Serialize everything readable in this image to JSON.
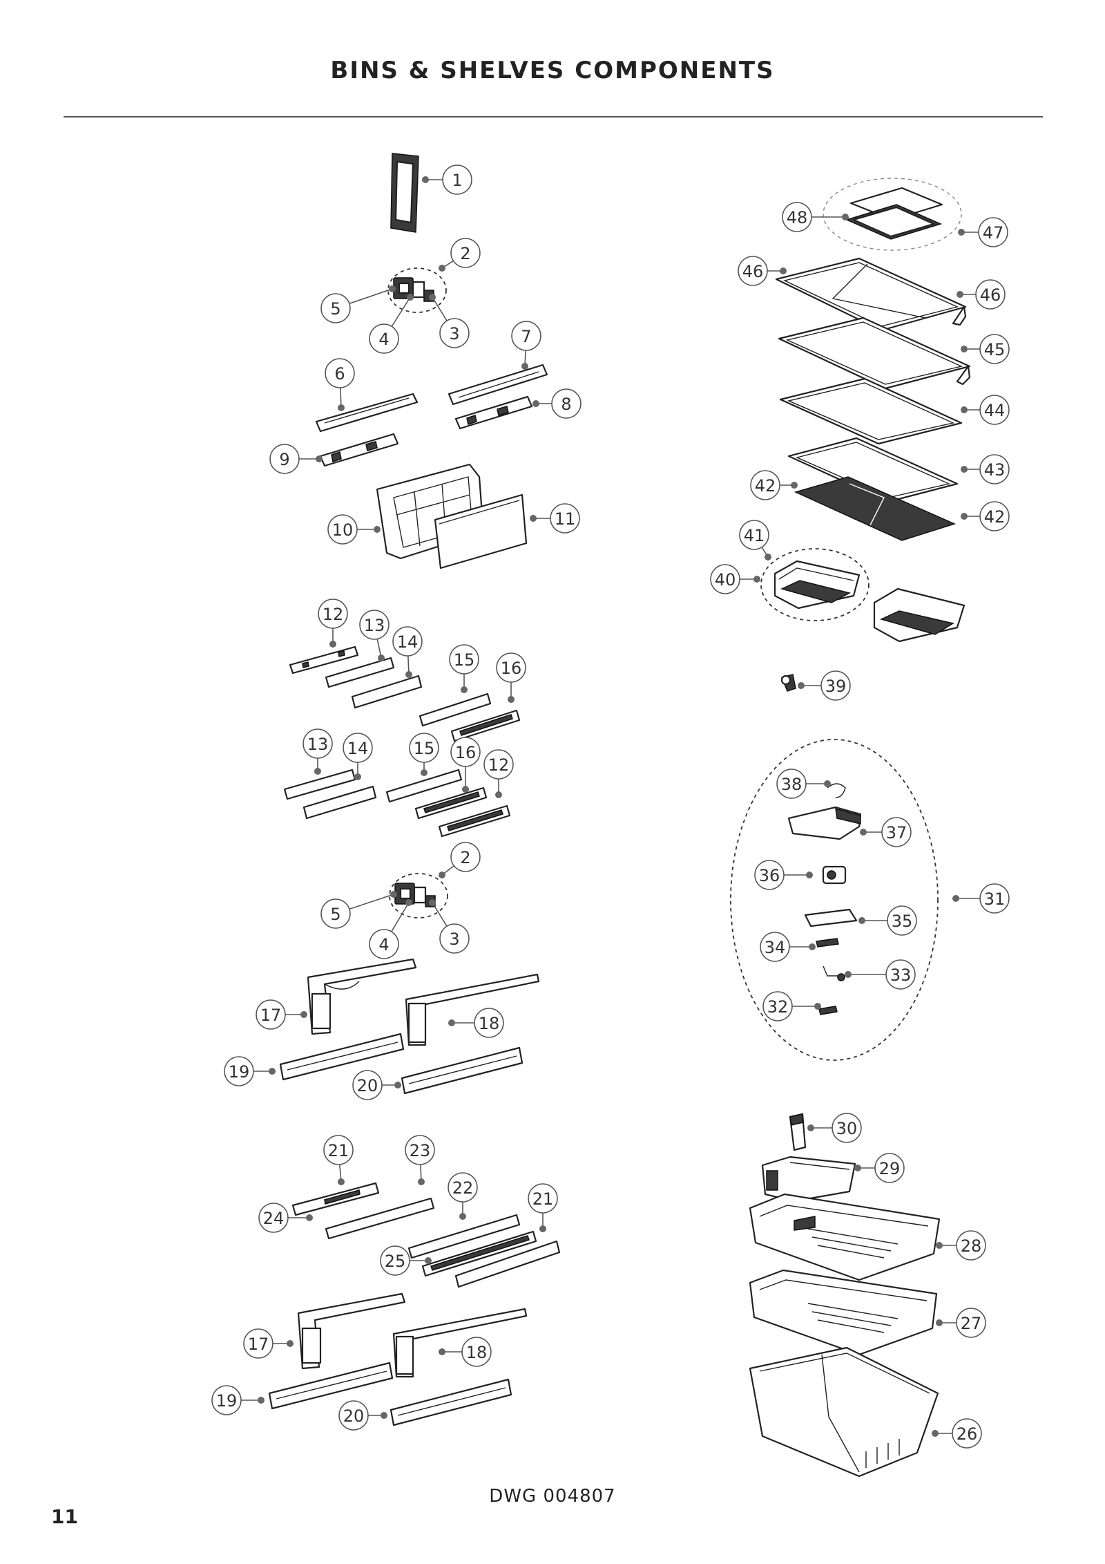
{
  "page": {
    "title": "BINS & SHELVES COMPONENTS",
    "drawing_number": "DWG 004807",
    "page_number": "11"
  },
  "callouts": [
    {
      "id": "c1",
      "label": "1"
    },
    {
      "id": "c2a",
      "label": "2"
    },
    {
      "id": "c3a",
      "label": "3"
    },
    {
      "id": "c4a",
      "label": "4"
    },
    {
      "id": "c5a",
      "label": "5"
    },
    {
      "id": "c6",
      "label": "6"
    },
    {
      "id": "c7",
      "label": "7"
    },
    {
      "id": "c8",
      "label": "8"
    },
    {
      "id": "c9",
      "label": "9"
    },
    {
      "id": "c10",
      "label": "10"
    },
    {
      "id": "c11",
      "label": "11"
    },
    {
      "id": "c12a",
      "label": "12"
    },
    {
      "id": "c13a",
      "label": "13"
    },
    {
      "id": "c14a",
      "label": "14"
    },
    {
      "id": "c15a",
      "label": "15"
    },
    {
      "id": "c16a",
      "label": "16"
    },
    {
      "id": "c13b",
      "label": "13"
    },
    {
      "id": "c14b",
      "label": "14"
    },
    {
      "id": "c15b",
      "label": "15"
    },
    {
      "id": "c16b",
      "label": "16"
    },
    {
      "id": "c12b",
      "label": "12"
    },
    {
      "id": "c2b",
      "label": "2"
    },
    {
      "id": "c5b",
      "label": "5"
    },
    {
      "id": "c4b",
      "label": "4"
    },
    {
      "id": "c3b",
      "label": "3"
    },
    {
      "id": "c17a",
      "label": "17"
    },
    {
      "id": "c18a",
      "label": "18"
    },
    {
      "id": "c19a",
      "label": "19"
    },
    {
      "id": "c20a",
      "label": "20"
    },
    {
      "id": "c21a",
      "label": "21"
    },
    {
      "id": "c23",
      "label": "23"
    },
    {
      "id": "c22",
      "label": "22"
    },
    {
      "id": "c21b",
      "label": "21"
    },
    {
      "id": "c24",
      "label": "24"
    },
    {
      "id": "c25",
      "label": "25"
    },
    {
      "id": "c17b",
      "label": "17"
    },
    {
      "id": "c18b",
      "label": "18"
    },
    {
      "id": "c19b",
      "label": "19"
    },
    {
      "id": "c20b",
      "label": "20"
    },
    {
      "id": "c48",
      "label": "48"
    },
    {
      "id": "c47",
      "label": "47"
    },
    {
      "id": "c46a",
      "label": "46"
    },
    {
      "id": "c46b",
      "label": "46"
    },
    {
      "id": "c45",
      "label": "45"
    },
    {
      "id": "c44",
      "label": "44"
    },
    {
      "id": "c43",
      "label": "43"
    },
    {
      "id": "c42a",
      "label": "42"
    },
    {
      "id": "c42b",
      "label": "42"
    },
    {
      "id": "c41",
      "label": "41"
    },
    {
      "id": "c40",
      "label": "40"
    },
    {
      "id": "c39",
      "label": "39"
    },
    {
      "id": "c38",
      "label": "38"
    },
    {
      "id": "c37",
      "label": "37"
    },
    {
      "id": "c36",
      "label": "36"
    },
    {
      "id": "c35",
      "label": "35"
    },
    {
      "id": "c34",
      "label": "34"
    },
    {
      "id": "c33",
      "label": "33"
    },
    {
      "id": "c32",
      "label": "32"
    },
    {
      "id": "c31",
      "label": "31"
    },
    {
      "id": "c30",
      "label": "30"
    },
    {
      "id": "c29",
      "label": "29"
    },
    {
      "id": "c28",
      "label": "28"
    },
    {
      "id": "c27",
      "label": "27"
    },
    {
      "id": "c26",
      "label": "26"
    }
  ]
}
